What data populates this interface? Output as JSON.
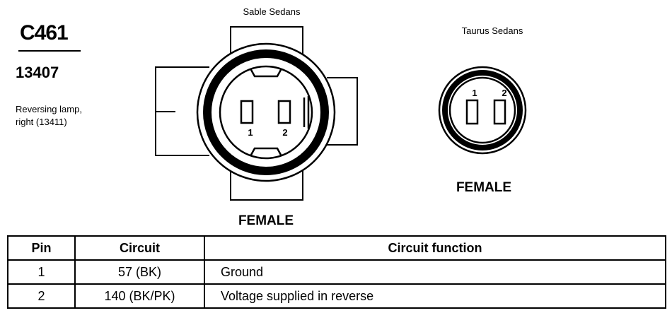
{
  "connector": {
    "id": "C461",
    "part_number": "13407",
    "description_lines": [
      "Reversing lamp,",
      "right (13411)"
    ]
  },
  "sable": {
    "title": "Sable Sedans",
    "gender": "FEMALE",
    "pin_labels": [
      "1",
      "2"
    ]
  },
  "taurus": {
    "title": "Taurus Sedans",
    "gender": "FEMALE",
    "pin_labels": [
      "1",
      "2"
    ]
  },
  "table": {
    "headers": [
      "Pin",
      "Circuit",
      "Circuit function"
    ],
    "rows": [
      {
        "pin": "1",
        "circuit": "57 (BK)",
        "function": "Ground"
      },
      {
        "pin": "2",
        "circuit": "140 (BK/PK)",
        "function": "Voltage supplied in reverse"
      }
    ]
  }
}
